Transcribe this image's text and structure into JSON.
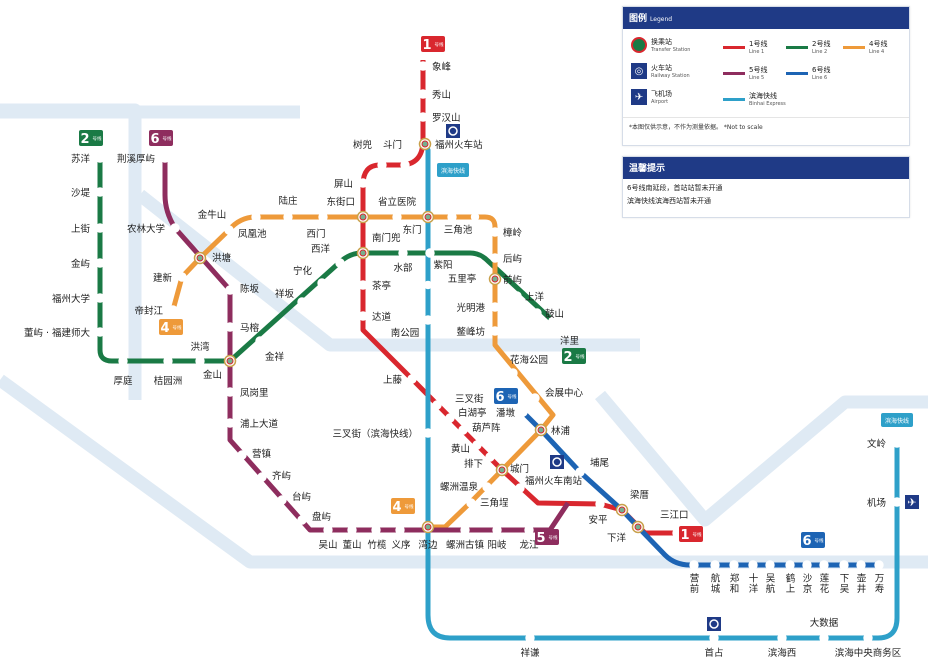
{
  "colors": {
    "line1": "#d9272e",
    "line2": "#1a7a45",
    "line4": "#ee9a3a",
    "line5": "#8e2d5e",
    "line6": "#1d64b4",
    "coastal": "#2ea0c9",
    "river": "#dfeaf4",
    "panel_header": "#1f3a86"
  },
  "badges": [
    {
      "line": "1",
      "sub": "号线",
      "color": "#d9272e"
    },
    {
      "line": "1",
      "sub": "号线",
      "color": "#d9272e"
    },
    {
      "line": "2",
      "sub": "号线",
      "color": "#1a7a45"
    },
    {
      "line": "2",
      "sub": "号线",
      "color": "#1a7a45"
    },
    {
      "line": "4",
      "sub": "号线",
      "color": "#ee9a3a"
    },
    {
      "line": "4",
      "sub": "号线",
      "color": "#ee9a3a"
    },
    {
      "line": "5",
      "sub": "号线",
      "color": "#8e2d5e"
    },
    {
      "line": "6",
      "sub": "号线",
      "color": "#8e2d5e"
    },
    {
      "line": "6",
      "sub": "号线",
      "color": "#1d64b4"
    },
    {
      "line": "6",
      "sub": "号线",
      "color": "#1d64b4"
    }
  ],
  "coastal_badge": "滨海快线",
  "stations": [
    "象峰",
    "秀山",
    "罗汉山",
    "福州火车站",
    "斗门",
    "树兜",
    "屏山",
    "东街口",
    "省立医院",
    "东门",
    "三角池",
    "樟岭",
    "后屿",
    "前屿",
    "光明港",
    "鳌峰坊",
    "南门兜",
    "水部",
    "紫阳",
    "五里亭",
    "上洋",
    "鼓山",
    "洋里",
    "茶亭",
    "达道",
    "南公园",
    "上藤",
    "三叉街",
    "白湖亭",
    "葫芦阵",
    "黄山",
    "排下",
    "城门",
    "福州火车南站",
    "安平",
    "梁厝",
    "下洋",
    "三江口",
    "潘墩",
    "林浦",
    "埔尾",
    "营前",
    "航城",
    "郑和",
    "十洋",
    "吴航",
    "鹤上",
    "沙京",
    "莲花",
    "下吴",
    "壶井",
    "万寿",
    "苏洋",
    "沙堤",
    "上街",
    "金屿",
    "福州大学",
    "董屿 · 福建师大",
    "厚庭",
    "桔园洲",
    "洪湾",
    "金山",
    "金祥",
    "祥坂",
    "宁化",
    "西洋",
    "西门",
    "陆庄",
    "凤凰池",
    "金牛山",
    "洪塘",
    "建新",
    "帝封江",
    "荆溪厚屿",
    "农林大学",
    "陈坂",
    "马榕",
    "凤岗里",
    "浦上大道",
    "营镇",
    "齐屿",
    "台屿",
    "盘屿",
    "吴山",
    "董山",
    "竹榄",
    "义序",
    "湾边",
    "螺洲古镇",
    "阳岐",
    "龙江",
    "三叉街（滨海快线）",
    "祥谦",
    "首占",
    "滨海西",
    "大数据",
    "滨海中央商务区",
    "机场",
    "文岭",
    "会展中心",
    "花海公园",
    "三角埕",
    "螺洲温泉"
  ],
  "legend": {
    "title": "图例",
    "title_en": "Legend",
    "transfer": "换乘站",
    "transfer_en": "Transfer Station",
    "railway": "火车站",
    "railway_en": "Railway Station",
    "airport": "飞机场",
    "airport_en": "Airport",
    "lines": [
      {
        "label": "1号线",
        "en": "Line 1",
        "color": "#d9272e"
      },
      {
        "label": "2号线",
        "en": "Line 2",
        "color": "#1a7a45"
      },
      {
        "label": "4号线",
        "en": "Line 4",
        "color": "#ee9a3a"
      },
      {
        "label": "5号线",
        "en": "Line 5",
        "color": "#8e2d5e"
      },
      {
        "label": "6号线",
        "en": "Line 6",
        "color": "#1d64b4"
      },
      {
        "label": "滨海快线",
        "en": "Binhai Express",
        "color": "#2ea0c9"
      }
    ],
    "note": "*本图仅供示意，不作为测量依据。 *Not to scale"
  },
  "tips": {
    "title": "温馨提示",
    "items": [
      "6号线南延段，首站站暂未开通",
      "滨海快线滨海西站暂未开通"
    ]
  }
}
